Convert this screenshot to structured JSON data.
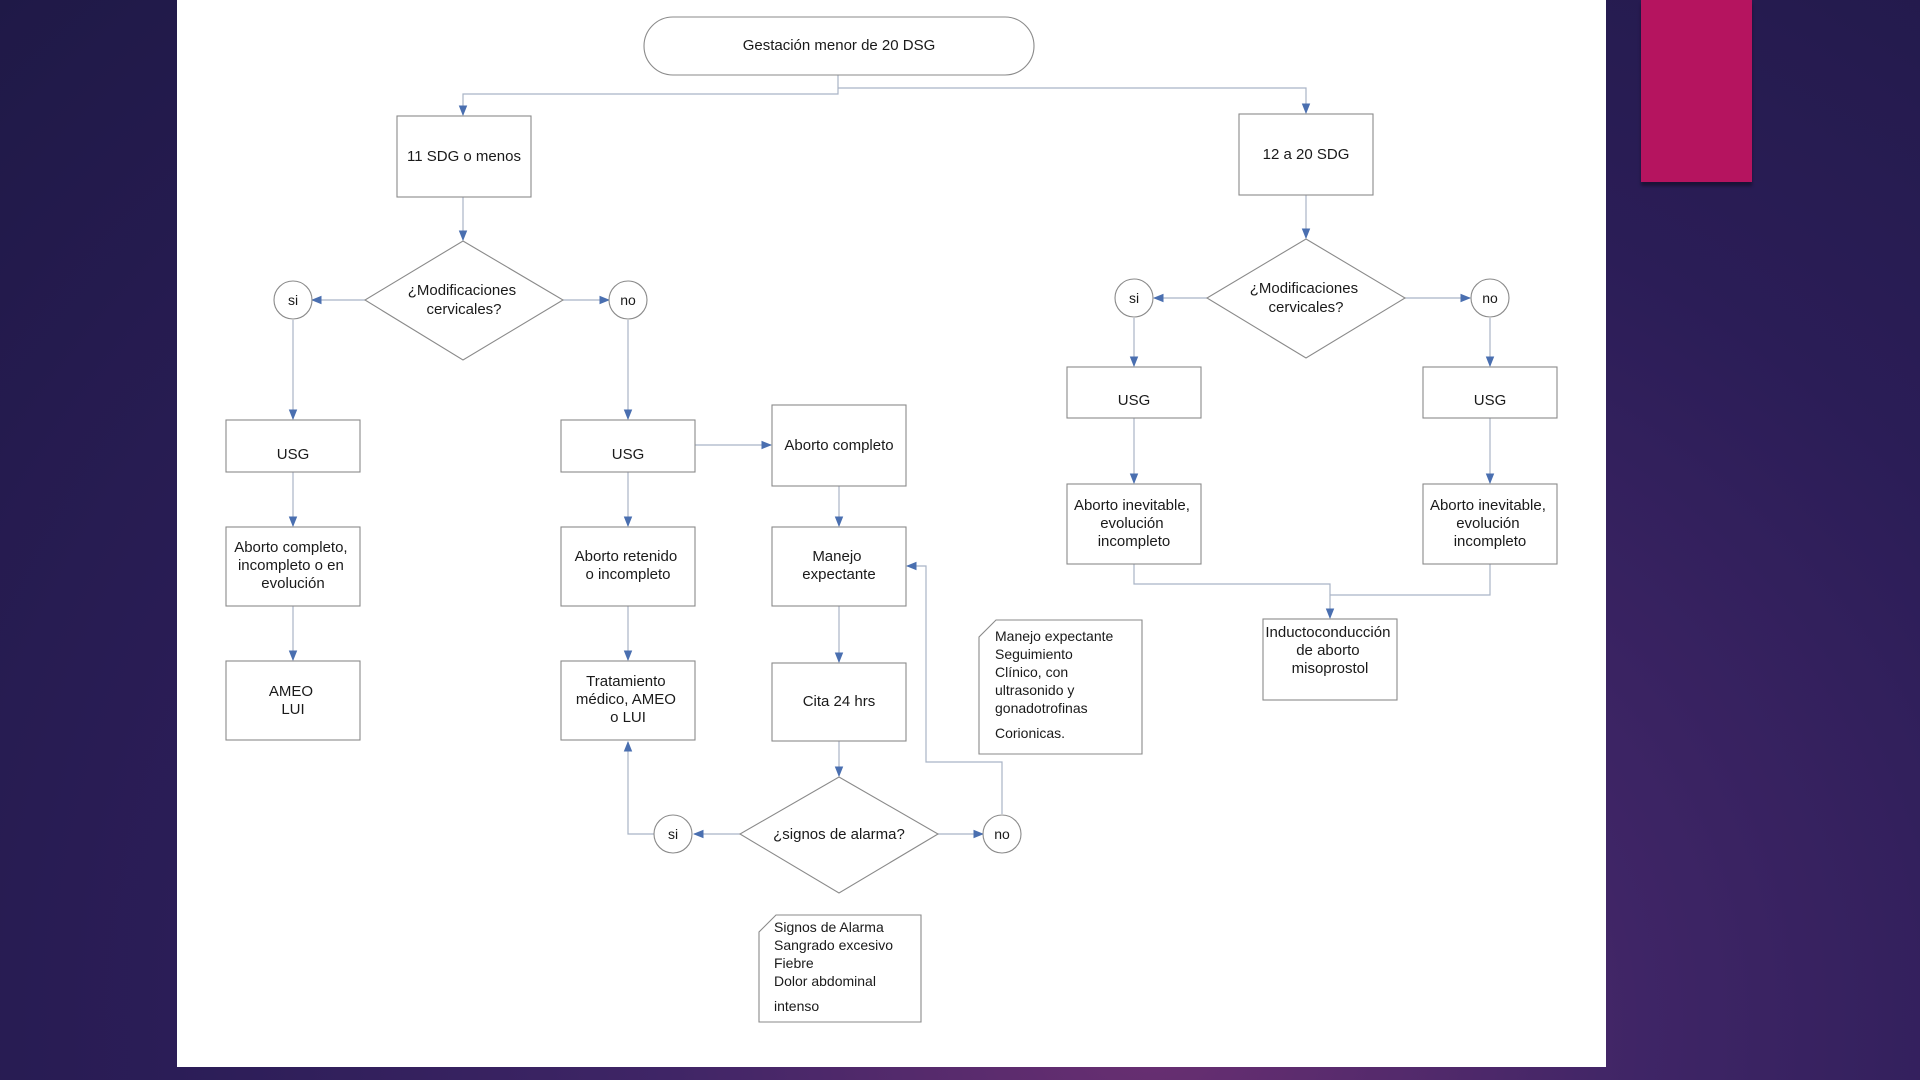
{
  "colors": {
    "accent": "#b5145f",
    "arrow": "#4a6fb0",
    "border": "#8a8a8a"
  },
  "diagram": {
    "start": "Gestación menor de 20 DSG",
    "left": {
      "range": "11 SDG o menos",
      "question": [
        "¿Modificaciones",
        "cervicales?"
      ],
      "yes": "si",
      "no": "no",
      "yes_branch": {
        "usg": "USG",
        "result": [
          "Aborto completo,",
          "incompleto o en",
          "evolución"
        ],
        "treatment": [
          "AMEO",
          "LUI"
        ]
      },
      "no_branch": {
        "usg": "USG",
        "retained": [
          "Aborto retenido",
          "o incompleto"
        ],
        "treatment": [
          "Tratamiento",
          "médico, AMEO",
          "o LUI"
        ],
        "complete": "Aborto completo",
        "expectant": [
          "Manejo",
          "expectante"
        ],
        "followup": "Cita 24 hrs",
        "alarm_question": "¿signos de alarma?",
        "alarm_yes": "si",
        "alarm_no": "no",
        "note_expectant": [
          "Manejo expectante",
          "Seguimiento",
          "Clínico, con",
          "ultrasonido y",
          "gonadotrofinas",
          "Corionicas."
        ],
        "note_alarm": [
          "Signos de Alarma",
          "Sangrado excesivo",
          "Fiebre",
          "Dolor abdominal",
          "intenso"
        ]
      }
    },
    "right": {
      "range": "12 a 20  SDG",
      "question": [
        "¿Modificaciones",
        "cervicales?"
      ],
      "yes": "si",
      "no": "no",
      "yes_usg": "USG",
      "no_usg": "USG",
      "yes_result": [
        "Aborto inevitable,",
        "evolución",
        "incompleto"
      ],
      "no_result": [
        "Aborto inevitable,",
        "evolución",
        "incompleto"
      ],
      "induction": [
        "Inductoconducción",
        "de aborto",
        "misoprostol"
      ]
    }
  }
}
